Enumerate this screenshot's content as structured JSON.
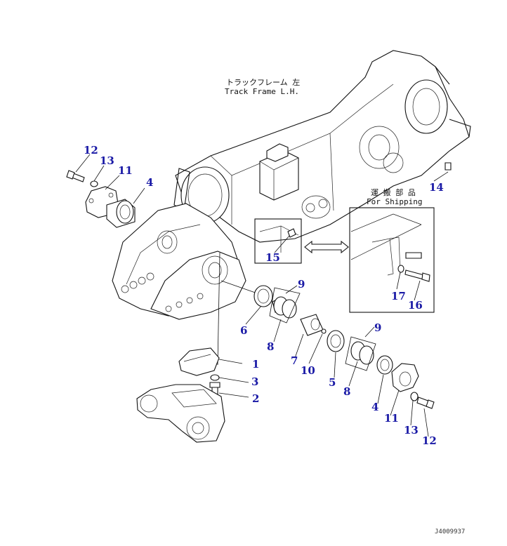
{
  "frame_label": {
    "jp": "トラックフレーム 左",
    "en": "Track Frame L.H."
  },
  "shipping_label": {
    "jp": "運 搬 部 品",
    "en": "For Shipping"
  },
  "drawing_code": "J4009937",
  "callouts": {
    "c1": "1",
    "c2": "2",
    "c3": "3",
    "c4a": "4",
    "c4b": "4",
    "c5": "5",
    "c6": "6",
    "c7": "7",
    "c8a": "8",
    "c8b": "8",
    "c9a": "9",
    "c9b": "9",
    "c10": "10",
    "c11a": "11",
    "c11b": "11",
    "c12a": "12",
    "c12b": "12",
    "c13a": "13",
    "c13b": "13",
    "c14": "14",
    "c15": "15",
    "c16": "16",
    "c17": "17"
  },
  "colors": {
    "line": "#111111",
    "callout": "#1a1aa6",
    "background": "#ffffff"
  }
}
